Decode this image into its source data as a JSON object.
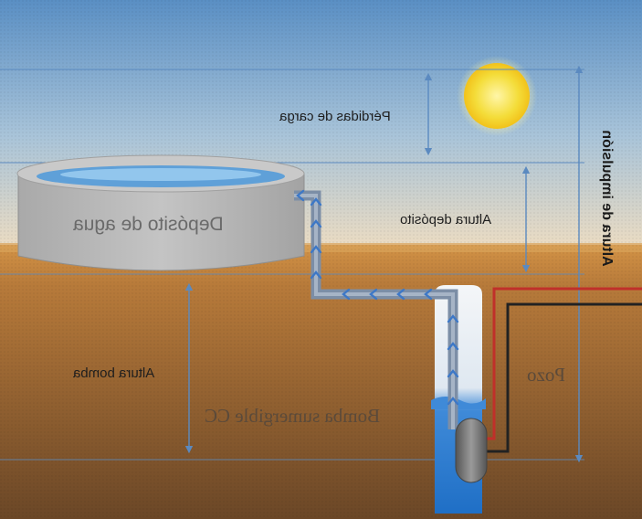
{
  "labels": {
    "perdidas": "Pérdidas de carga",
    "altura_deposito": "Altura depósito",
    "deposito": "Depósito de agua",
    "altura_impulsion": "Altura de impulsión",
    "altura_bomba": "Altura bomba",
    "pozo": "Pozo",
    "bomba": "Bomba sumergible CC"
  },
  "colors": {
    "sky_top": "#5a8fc4",
    "sky_bottom": "#e9dcc6",
    "ground_top": "#c98a3e",
    "ground_bottom": "#6e4a2a",
    "water": "#2d7fd6",
    "tank": "#b9b9b9",
    "pipe": "#7d8fa8",
    "arrow": "#4a7fc4",
    "sun": "#f4dd3a",
    "wire_red": "#c0302a",
    "wire_black": "#222222",
    "guide": "#5b8ac0"
  }
}
